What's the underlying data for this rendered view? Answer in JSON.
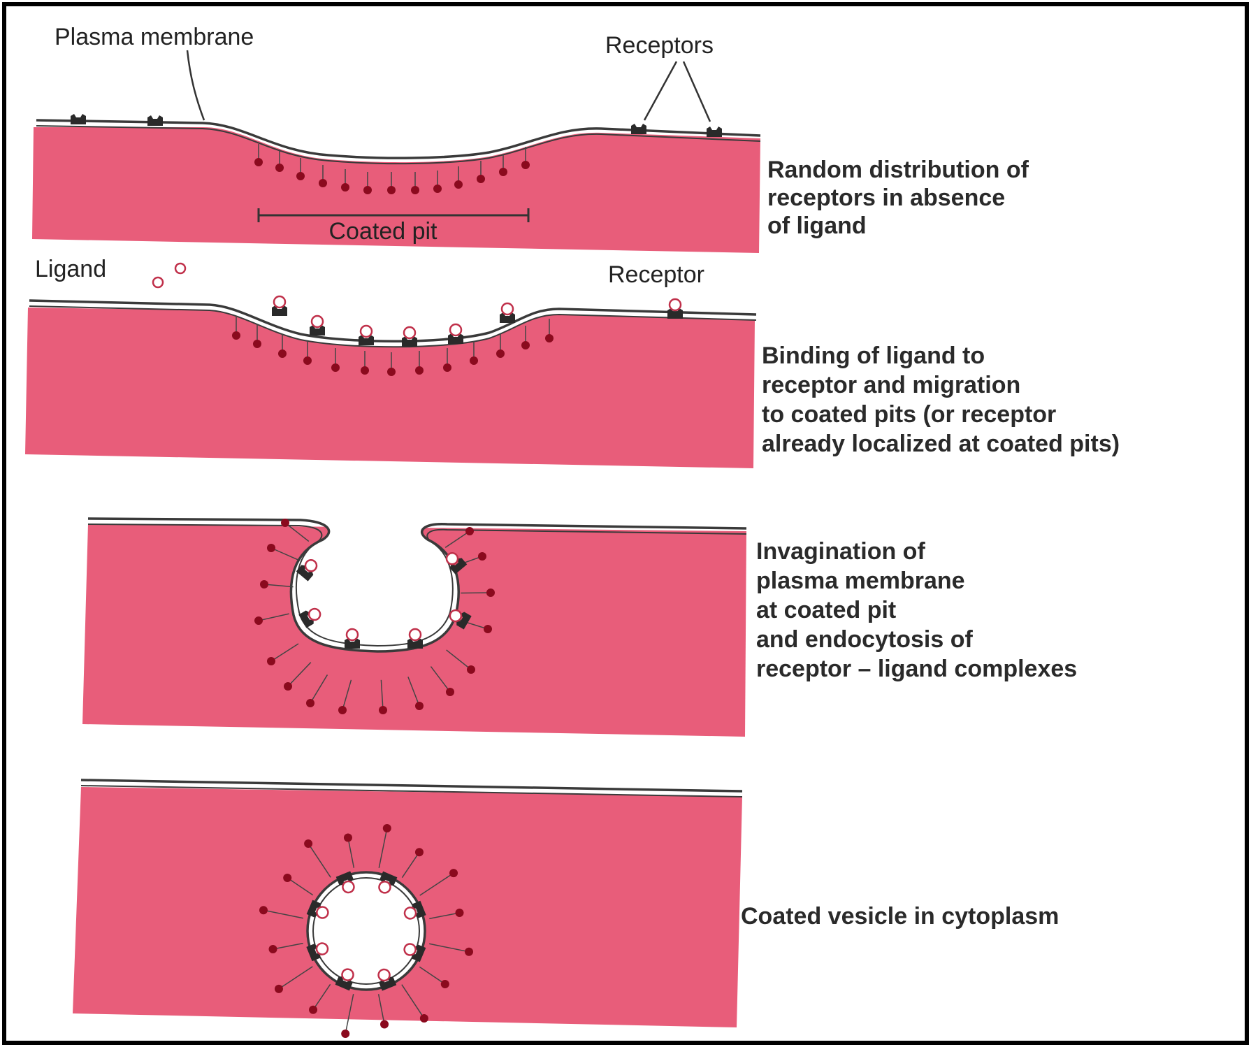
{
  "colors": {
    "cytoplasm": "#e85d7a",
    "membrane": "#3a3a3a",
    "receptor": "#2a2a2a",
    "clathrin": "#8b0a1e",
    "ligand": "#c0304a",
    "frame": "#000000"
  },
  "labels": {
    "plasma_membrane": "Plasma membrane",
    "receptors": "Receptors",
    "coated_pit": "Coated pit",
    "ligand": "Ligand",
    "receptor": "Receptor"
  },
  "steps": [
    {
      "lines": [
        "Random distribution of",
        "receptors in absence",
        "of ligand"
      ]
    },
    {
      "lines": [
        "Binding of ligand to",
        "receptor and migration",
        "to coated pits (or receptor",
        "already localized at coated pits)"
      ]
    },
    {
      "lines": [
        "Invagination of",
        "plasma membrane",
        "at coated pit",
        "and endocytosis of",
        "receptor – ligand complexes"
      ]
    },
    {
      "lines": [
        "Coated vesicle in cytoplasm"
      ]
    }
  ],
  "icons": {
    "receptor": "receptor-icon",
    "ligand": "ligand-icon",
    "clathrin": "clathrin-icon"
  }
}
